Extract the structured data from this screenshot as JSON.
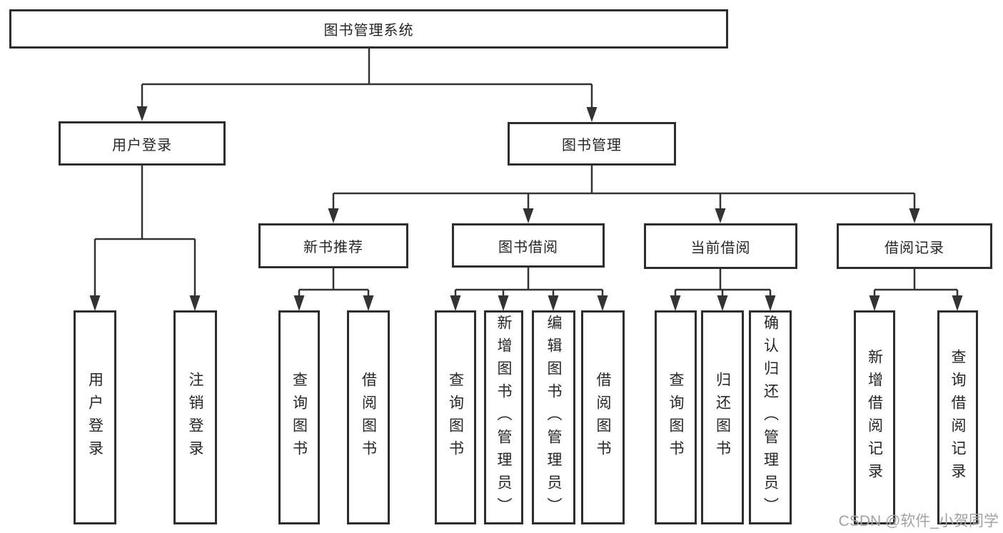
{
  "root_label": "图书管理系统",
  "branches": [
    {
      "label": "用户登录",
      "children": [
        "用户登录",
        "注销登录"
      ]
    },
    {
      "label": "图书管理",
      "sections": [
        {
          "label": "新书推荐",
          "children": [
            "查询图书",
            "借阅图书"
          ]
        },
        {
          "label": "图书借阅",
          "children": [
            "查询图书",
            "新增图书（管理员）",
            "编辑图书（管理员）",
            "借阅图书"
          ]
        },
        {
          "label": "当前借阅",
          "children": [
            "查询图书",
            "归还图书",
            "确认归还（管理员）"
          ]
        },
        {
          "label": "借阅记录",
          "children": [
            "新增借阅记录",
            "查询借阅记录"
          ]
        }
      ]
    }
  ],
  "watermark": "CSDN @软件_小贺同学",
  "colors": {
    "line": "#333333",
    "border": "#2d2d2d",
    "text": "#262626",
    "watermark_text": "#a2a2a2",
    "background": "#ffffff"
  }
}
